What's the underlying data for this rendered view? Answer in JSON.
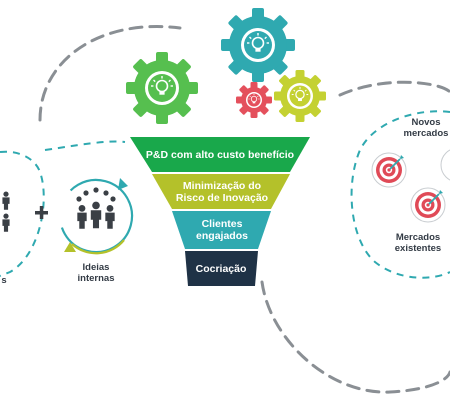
{
  "funnel": {
    "stages": [
      {
        "label": "P&D com alto custo benefício",
        "color": "#19a84b"
      },
      {
        "label": "Minimização do Risco de Inovação",
        "color": "#b4c12a"
      },
      {
        "label": "Clientes engajados",
        "color": "#2fa9b0"
      },
      {
        "label": "Cocriação",
        "color": "#1f3246"
      }
    ]
  },
  "gears": [
    {
      "name": "green-gear",
      "color": "#56bf4f",
      "icon": "lightbulb-icon"
    },
    {
      "name": "teal-gear",
      "color": "#2fa9b0",
      "icon": "lightbulb-icon"
    },
    {
      "name": "lime-gear",
      "color": "#c4d132",
      "icon": "lightbulb-icon"
    },
    {
      "name": "red-gear",
      "color": "#e4505c",
      "icon": "lightbulb-icon"
    }
  ],
  "left": {
    "plus": "+",
    "partial_label": "s",
    "ideas_label": "Ideias internas"
  },
  "right": {
    "new_markets_label": "Novos mercados",
    "existing_markets_label": "Mercados existentes"
  },
  "colors": {
    "dashed_gray": "#8a8f94",
    "dashed_teal": "#2fa9b0",
    "people": "#3a3f45",
    "target_red": "#e04a57"
  }
}
